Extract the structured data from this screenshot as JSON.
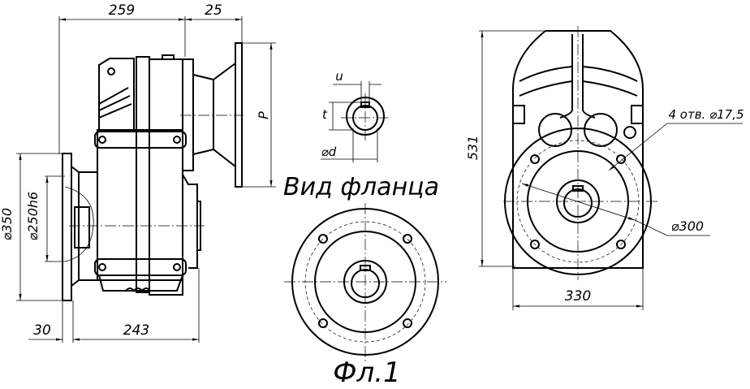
{
  "side_view": {
    "dim_length_top": "259",
    "dim_flange_offset": "25",
    "dim_flange_height": "P",
    "dim_outer_dia": "⌀350",
    "dim_pilot_dia": "⌀250h6",
    "dim_flange_thickness": "30",
    "dim_body_length": "243"
  },
  "shaft_detail": {
    "key_width": "u",
    "key_depth": "t",
    "shaft_dia": "⌀d"
  },
  "flange_view": {
    "title": "Вид фланца",
    "caption": "Фл.1"
  },
  "front_view": {
    "dim_height": "531",
    "holes_note": "4 отв. ⌀17,5",
    "bolt_circle": "⌀300",
    "dim_width": "330"
  }
}
